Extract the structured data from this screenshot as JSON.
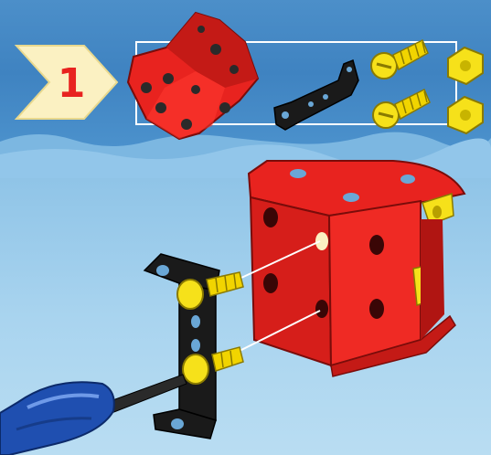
{
  "step": {
    "number": "1"
  },
  "colors": {
    "background_top": "#3f83c1",
    "background_bottom": "#b9ddf2",
    "step_badge_fill": "#fbf1c2",
    "step_number": "#e8231f",
    "part_red": "#e8231f",
    "part_black": "#1a1a1a",
    "part_yellow": "#f6e11a",
    "screwdriver_blue": "#1f4fb0"
  },
  "parts_list": [
    {
      "name": "red-cube-part",
      "icon": "red-cube-icon"
    },
    {
      "name": "black-bracket",
      "icon": "bracket-icon"
    },
    {
      "name": "yellow-bolt",
      "icon": "bolt-icon"
    },
    {
      "name": "yellow-bolt",
      "icon": "bolt-icon"
    },
    {
      "name": "yellow-nut",
      "icon": "nut-icon"
    },
    {
      "name": "yellow-nut",
      "icon": "nut-icon"
    }
  ]
}
